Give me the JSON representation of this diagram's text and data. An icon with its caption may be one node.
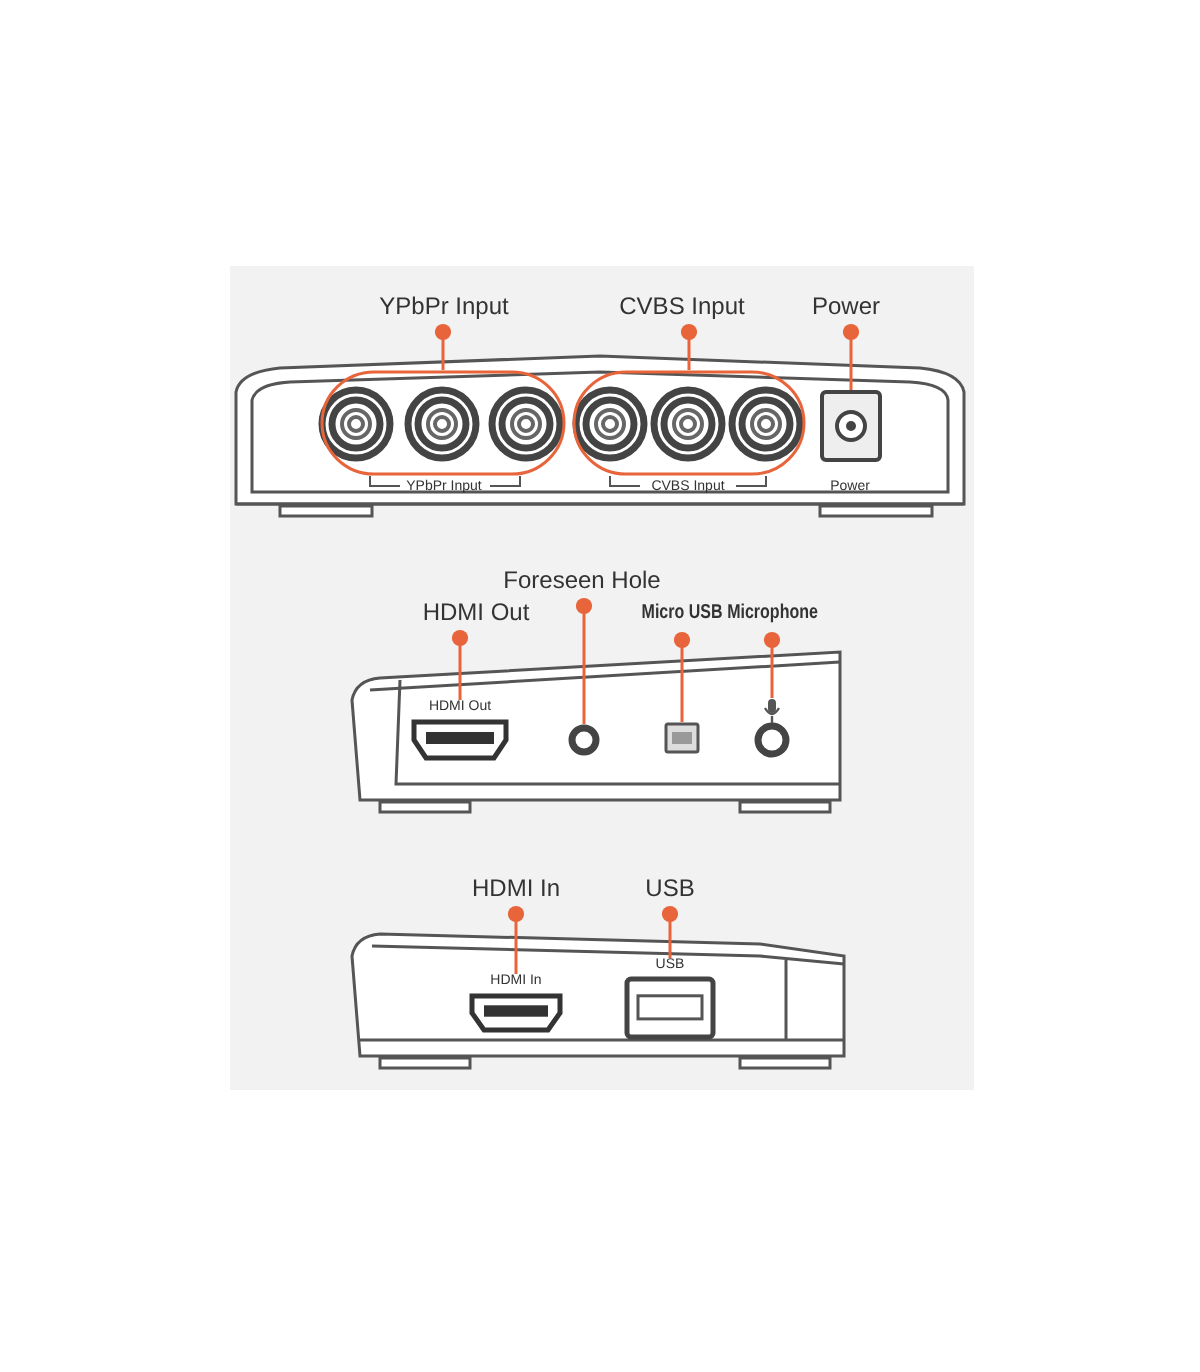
{
  "diagram": {
    "nodes": [
      {
        "text": [
          "YPbPr Input"
        ]
      },
      {
        "text": [],
        "shape": "box",
        "beside": [
          "YPbPr Input"
        ]
      },
      {
        "text": [
          "CVBS Input"
        ]
      },
      {
        "text": [],
        "shape": "box",
        "beside": [
          "CVBS Input"
        ]
      },
      {
        "text": [
          "Power"
        ]
      },
      {
        "text": [],
        "shape": "box",
        "beside": [
          "Power"
        ]
      },
      {
        "text": [
          "HDMI Out"
        ]
      },
      {
        "text": [
          "HDMI Out"
        ]
      },
      {
        "text": [
          "Foreseen Hole"
        ]
      },
      {
        "text": [],
        "shape": "circle"
      },
      {
        "text": [
          "Micro USB"
        ]
      },
      {
        "text": [],
        "shape": "box"
      },
      {
        "text": [
          "Microphone"
        ]
      },
      {
        "text": [],
        "shape": "picture"
      },
      {
        "text": [
          "HDMI In"
        ]
      },
      {
        "text": [
          "HDMI In"
        ]
      },
      {
        "text": [
          "USB"
        ]
      },
      {
        "text": [
          "USB"
        ]
      }
    ],
    "edges": [
      {
        "from": 0,
        "to": 1,
        "arrow": "other"
      },
      {
        "from": 2,
        "to": 3,
        "arrow": "other"
      },
      {
        "from": 4,
        "to": 5,
        "arrow": "other"
      },
      {
        "from": 6,
        "to": 7,
        "arrow": "other"
      },
      {
        "from": 8,
        "to": 9,
        "arrow": "other"
      },
      {
        "from": 10,
        "to": 11,
        "arrow": "other"
      },
      {
        "from": 12,
        "to": 13,
        "arrow": "other"
      },
      {
        "from": 14,
        "to": 15,
        "arrow": "other"
      },
      {
        "from": 16,
        "to": 17,
        "arrow": "other"
      }
    ]
  }
}
